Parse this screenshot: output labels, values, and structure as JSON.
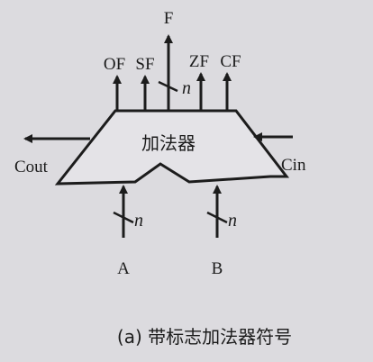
{
  "diagram": {
    "block_label": "加法器",
    "outputs": {
      "f": "F",
      "of": "OF",
      "sf": "SF",
      "zf": "ZF",
      "cf": "CF"
    },
    "carry_out": "Cout",
    "carry_in": "Cin",
    "inputs": {
      "a": "A",
      "b": "B"
    },
    "bus_width": "n",
    "caption": "(a) 带标志加法器符号"
  }
}
